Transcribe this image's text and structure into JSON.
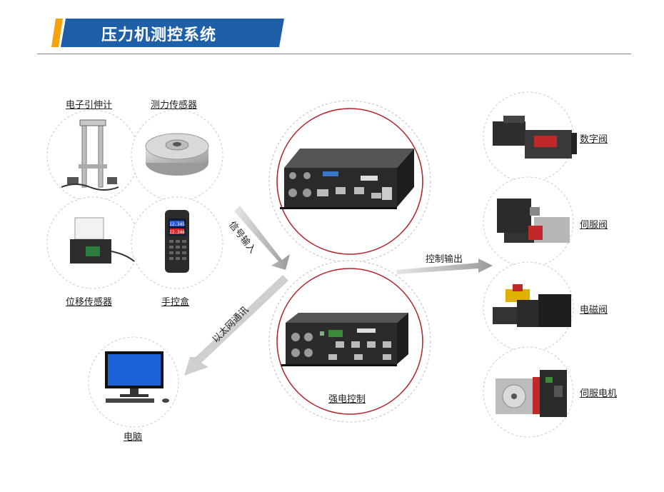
{
  "title": "压力机测控系统",
  "colors": {
    "accent": "#f5a20b",
    "title_bar": "#1e5fa8",
    "hub_ring": "#b3242c",
    "dash": "#bdbdbd"
  },
  "labels": {
    "extensometer": "电子引伸计",
    "load_cell": "测力传感器",
    "displacement": "位移传感器",
    "handbox": "手控盒",
    "pc": "电脑",
    "power_control": "强电控制",
    "digital_valve": "数字阀",
    "servo_valve": "伺服阀",
    "solenoid_valve": "电磁阀",
    "servo_motor": "伺服电机"
  },
  "arrows": {
    "signal_in": "信号输入",
    "ethernet": "以太网通讯",
    "control_out": "控制输出"
  },
  "handbox_screen": {
    "line1": "12.345",
    "line2": "22.346"
  }
}
